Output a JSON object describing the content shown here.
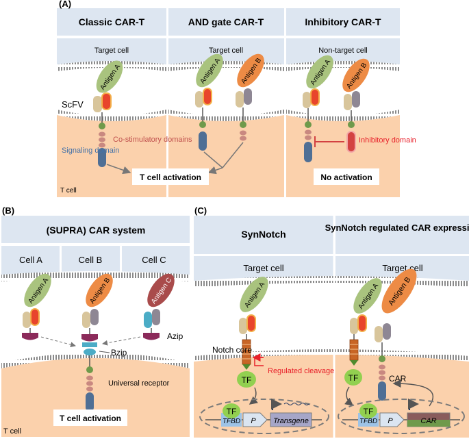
{
  "colors": {
    "header_fill": "#dde6f1",
    "extracellular": "#dde6f1",
    "cytoplasm": "#fbd1ac",
    "membrane": "#7f7f7f",
    "antigen_a": "#a9c37e",
    "antigen_b": "#ed8b45",
    "antigen_c": "#a94b4b",
    "scfv_light": "#d8c59b",
    "scfv_red": "#e8452c",
    "scfv_grey": "#8e8794",
    "green_hinge": "#6f9a4b",
    "costim": "#c98880",
    "signaling": "#4f6f95",
    "inhibitory": "#d34141",
    "tf": "#92d050",
    "notch": "#c86526",
    "label_red": "#e8202a",
    "costim_text": "#c0504d",
    "signal_text": "#4472a8"
  },
  "panel_a": {
    "letter": "(A)",
    "col1_title": "Classic CAR-T",
    "col2_title": "AND gate CAR-T",
    "col3_title": "Inhibitory CAR-T",
    "col1_cell": "Target cell",
    "col2_cell": "Target cell",
    "col3_cell": "Non-target cell",
    "antigen_a": "Antigen A",
    "antigen_b": "Antigen B",
    "scfv": "ScFV",
    "costim": "Co-stimulatory domains",
    "signaling": "Signaling domain",
    "inhibitory": "Inhibitory domain",
    "t_cell": "T cell",
    "activation": "T cell activation",
    "no_activation": "No activation"
  },
  "panel_b": {
    "letter": "(B)",
    "title": "(SUPRA) CAR system",
    "cell_a": "Cell A",
    "cell_b": "Cell B",
    "cell_c": "Cell C",
    "antigen_a": "Antigen A",
    "antigen_b": "Antigen B",
    "antigen_c": "Antigen C",
    "azip": "Azip",
    "bzip": "Bzip",
    "universal_receptor": "Universal receptor",
    "activation": "T cell activation",
    "t_cell": "T cell"
  },
  "panel_c": {
    "letter": "(C)",
    "col1_title": "SynNotch",
    "col2_title": "SynNotch regulated CAR expression",
    "col1_cell": "Target cell",
    "col2_cell": "Target cell",
    "antigen_a": "Antigen A",
    "antigen_b": "Antigen B",
    "notch_core": "Notch core",
    "regulated_cleavage": "Regulated cleavage",
    "tf": "TF",
    "tfbd": "TFBD",
    "promoter": "P",
    "transgene": "Transgene",
    "car": "CAR",
    "car_gene": "CAR"
  }
}
